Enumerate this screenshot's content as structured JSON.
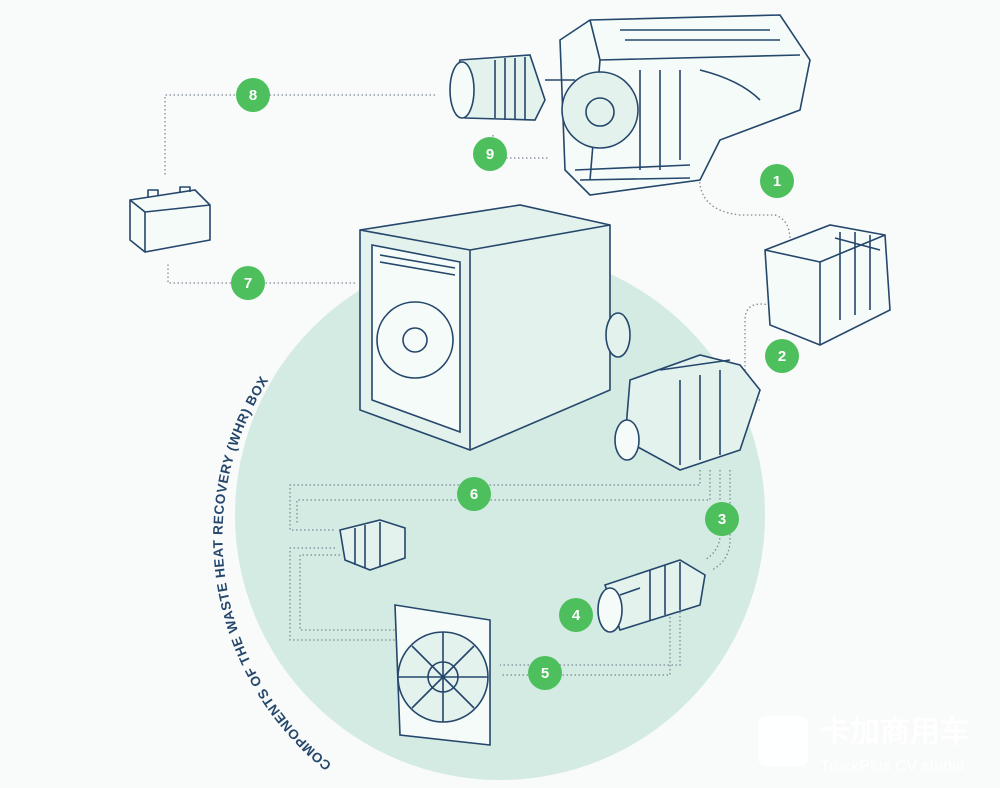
{
  "title": "COMPONENTS OF THE WASTE HEAT RECOVERY (WHR) BOX",
  "colors": {
    "badge": "#4dbf5d",
    "line": "#24476b",
    "circle": "#d3ebe3"
  },
  "badges": [
    {
      "label": "1",
      "component": "engine"
    },
    {
      "label": "2",
      "component": "exhaust-aftertreatment"
    },
    {
      "label": "3",
      "component": "evaporator"
    },
    {
      "label": "4",
      "component": "expander"
    },
    {
      "label": "5",
      "component": "condenser"
    },
    {
      "label": "6",
      "component": "pump"
    },
    {
      "label": "7",
      "component": "whr-box"
    },
    {
      "label": "8",
      "component": "battery"
    },
    {
      "label": "9",
      "component": "generator"
    }
  ],
  "watermark": {
    "cn": "卡加商用车",
    "en": "TruckPlus CV studio"
  }
}
